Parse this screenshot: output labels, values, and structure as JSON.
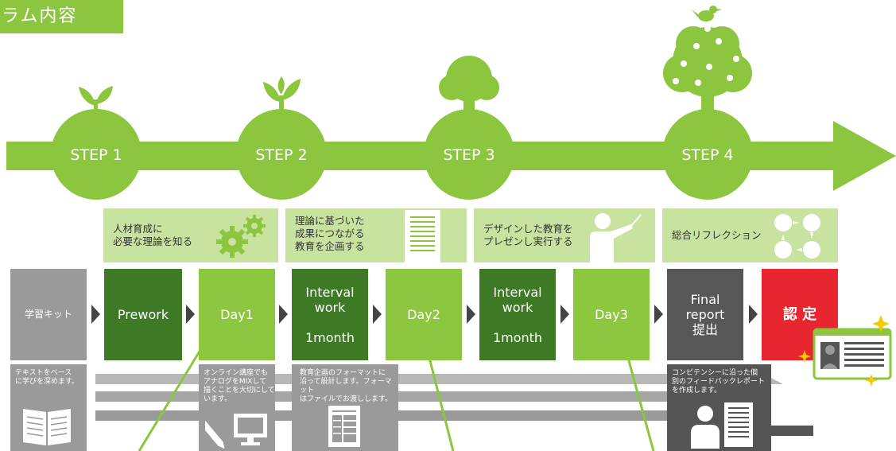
{
  "header": {
    "title": "ラム内容"
  },
  "steps": [
    {
      "label": "STEP 1"
    },
    {
      "label": "STEP 2"
    },
    {
      "label": "STEP 3"
    },
    {
      "label": "STEP 4"
    }
  ],
  "themes": [
    {
      "text": "人材育成に\n必要な理論を知る",
      "icon": "gears-icon"
    },
    {
      "text": "理論に基づいた\n成果につながる\n教育を企画する",
      "icon": "document-icon"
    },
    {
      "text": "デザインした教育を\nプレゼンし実行する",
      "icon": "presenter-icon"
    },
    {
      "text": "総合リフレクション",
      "icon": "cycle-icon"
    }
  ],
  "flow": [
    {
      "label": "学習キット"
    },
    {
      "label": "Prework"
    },
    {
      "label": "Day1"
    },
    {
      "label": "Interval\nwork\n\n1month"
    },
    {
      "label": "Day2"
    },
    {
      "label": "Interval\nwork\n\n1month"
    },
    {
      "label": "Day3"
    },
    {
      "label": "Final\nreport\n提出"
    },
    {
      "label": "認 定"
    }
  ],
  "notes": [
    {
      "text": "テキストをベース\nに学びを深めます。"
    },
    {
      "text": "オンライン講座でも\nアナログをMIXして\n描くことを大切にして\nいます。"
    },
    {
      "text": "教育企画のフォーマットに\n沿って設計します。フォーマット\nはファイルでお渡しします。"
    },
    {
      "text": "コンピテンシーに沿った個\n別のフィードバックレポート\nを作成します。"
    }
  ],
  "colors": {
    "accent_green": "#8cc63f",
    "dark_green": "#3e7a26",
    "light_green_bg": "#c8e3a0",
    "gray": "#9a9a9a",
    "dark_gray": "#575757",
    "red": "#e8262f",
    "gold": "#f6c800"
  }
}
